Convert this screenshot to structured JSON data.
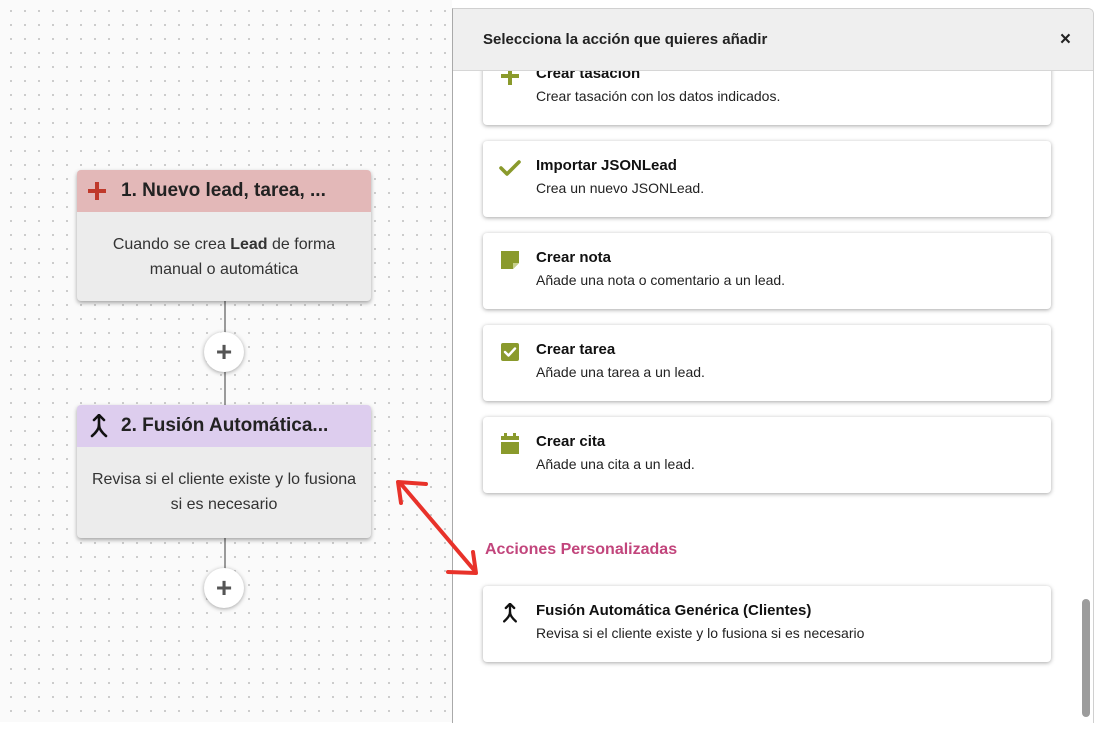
{
  "canvas": {
    "nodes": [
      {
        "title": "1. Nuevo lead, tarea, ...",
        "header_color": "#e3b8b8",
        "icon": "plus-icon",
        "icon_color": "#c0392b",
        "desc_pre": "Cuando se crea ",
        "desc_bold": "Lead",
        "desc_post": " de forma manual o automática"
      },
      {
        "title": "2. Fusión Automática...",
        "header_color": "#ddcdee",
        "icon": "merge-icon",
        "icon_color": "#111111",
        "desc_pre": "Revisa si el cliente existe y lo fusiona si es necesario",
        "desc_bold": "",
        "desc_post": ""
      }
    ],
    "add_button_label": "+"
  },
  "panel": {
    "title": "Selecciona la acción que quieres añadir",
    "close_label": "×",
    "actions": [
      {
        "title": "Crear tasación",
        "description": "Crear tasación con los datos indicados.",
        "icon": "plus-icon"
      },
      {
        "title": "Importar JSONLead",
        "description": "Crea un nuevo JSONLead.",
        "icon": "check-icon"
      },
      {
        "title": "Crear nota",
        "description": "Añade una nota o comentario a un lead.",
        "icon": "note-icon"
      },
      {
        "title": "Crear tarea",
        "description": "Añade una tarea a un lead.",
        "icon": "checkbox-icon"
      },
      {
        "title": "Crear cita",
        "description": "Añade una cita a un lead.",
        "icon": "calendar-icon"
      }
    ],
    "custom_section_title": "Acciones Personalizadas",
    "custom_actions": [
      {
        "title": "Fusión Automática Genérica (Clientes)",
        "description": "Revisa si el cliente existe y lo fusiona si es necesario",
        "icon": "merge-icon"
      }
    ]
  },
  "colors": {
    "icon_green": "#8a9a2c",
    "section_pink": "#c2457c",
    "annotation_red": "#e8322a"
  }
}
